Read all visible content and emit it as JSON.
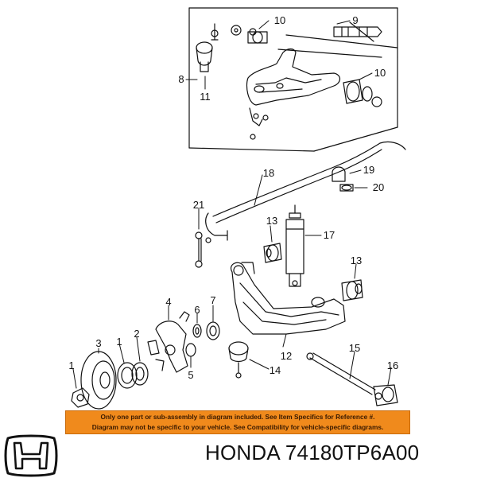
{
  "callouts": {
    "c1": "1",
    "c1b": "1",
    "c2": "2",
    "c3": "3",
    "c4": "4",
    "c5": "5",
    "c6": "6",
    "c7": "7",
    "c8": "8",
    "c9": "9",
    "c10a": "10",
    "c10b": "10",
    "c11": "11",
    "c12": "12",
    "c13a": "13",
    "c13b": "13",
    "c14": "14",
    "c15": "15",
    "c16": "16",
    "c17": "17",
    "c18": "18",
    "c19": "19",
    "c20": "20",
    "c21": "21"
  },
  "disclaimer": {
    "line1": "Only one part or sub-assembly in diagram included. See Item Specifics for Reference #.",
    "line2": "Diagram may not be specific to your vehicle. See Compatibility for vehicle-specific diagrams.",
    "color": "#f08a1c"
  },
  "footer": {
    "part_caption": "HONDA 74180TP6A00",
    "logo_icon": "honda-h-logo-icon"
  }
}
